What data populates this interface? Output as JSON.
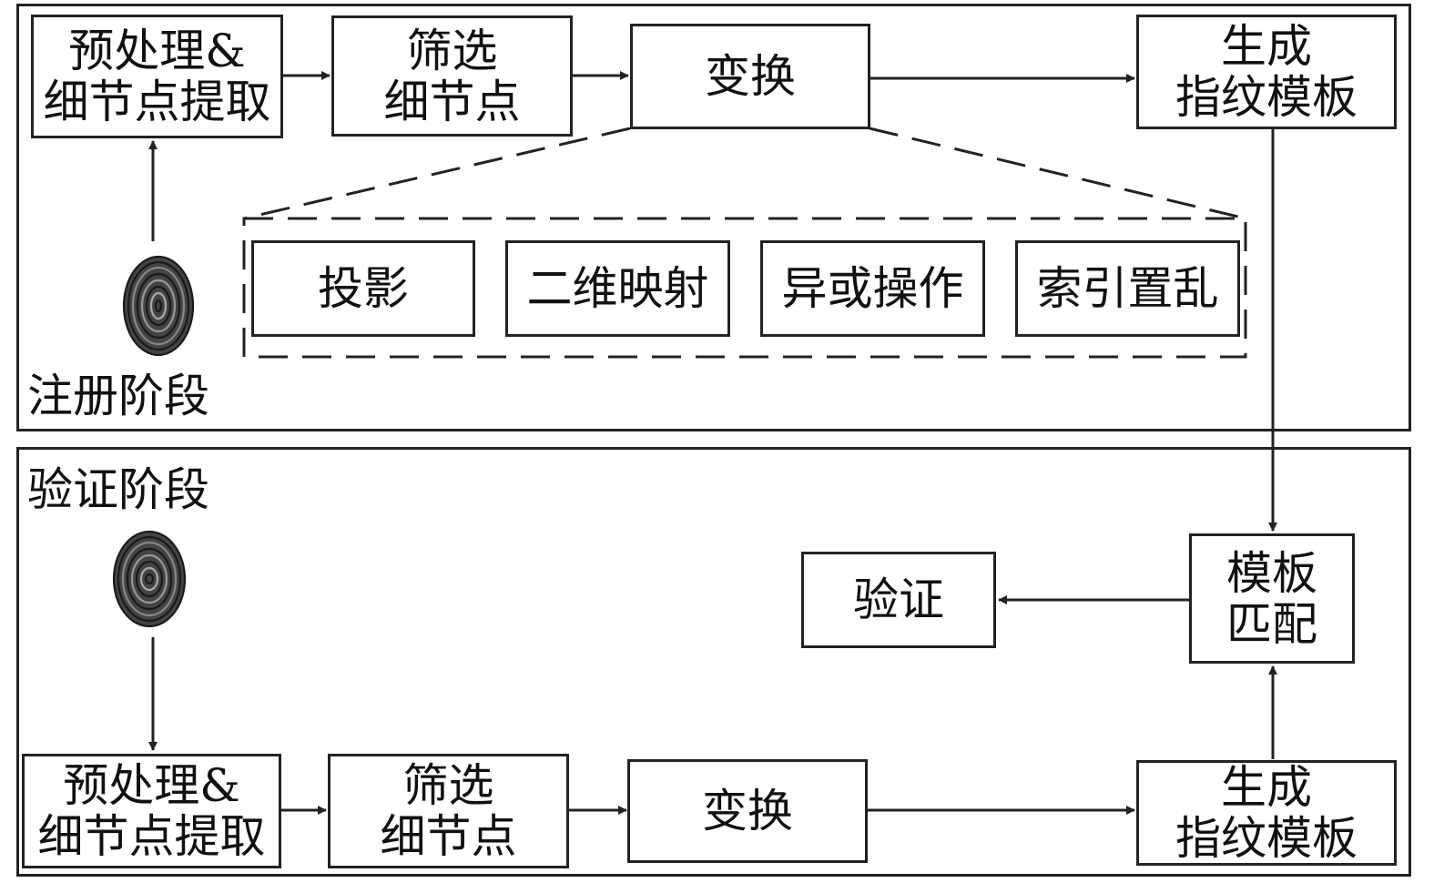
{
  "enrollment": {
    "stage_label": "注册阶段",
    "preprocess": "预处理&\n细节点提取",
    "filter": "筛选\n细节点",
    "transform": "变换",
    "generate": "生成\n指纹模板",
    "transform_ops": [
      "投影",
      "二维映射",
      "异或操作",
      "索引置乱"
    ]
  },
  "verification": {
    "stage_label": "验证阶段",
    "preprocess": "预处理&\n细节点提取",
    "filter": "筛选\n细节点",
    "transform": "变换",
    "generate": "生成\n指纹模板",
    "match": "模板\n匹配",
    "verify": "验证"
  },
  "icons": {
    "fingerprint": "fingerprint-icon"
  },
  "colors": {
    "line": "#222222",
    "background": "#ffffff"
  }
}
